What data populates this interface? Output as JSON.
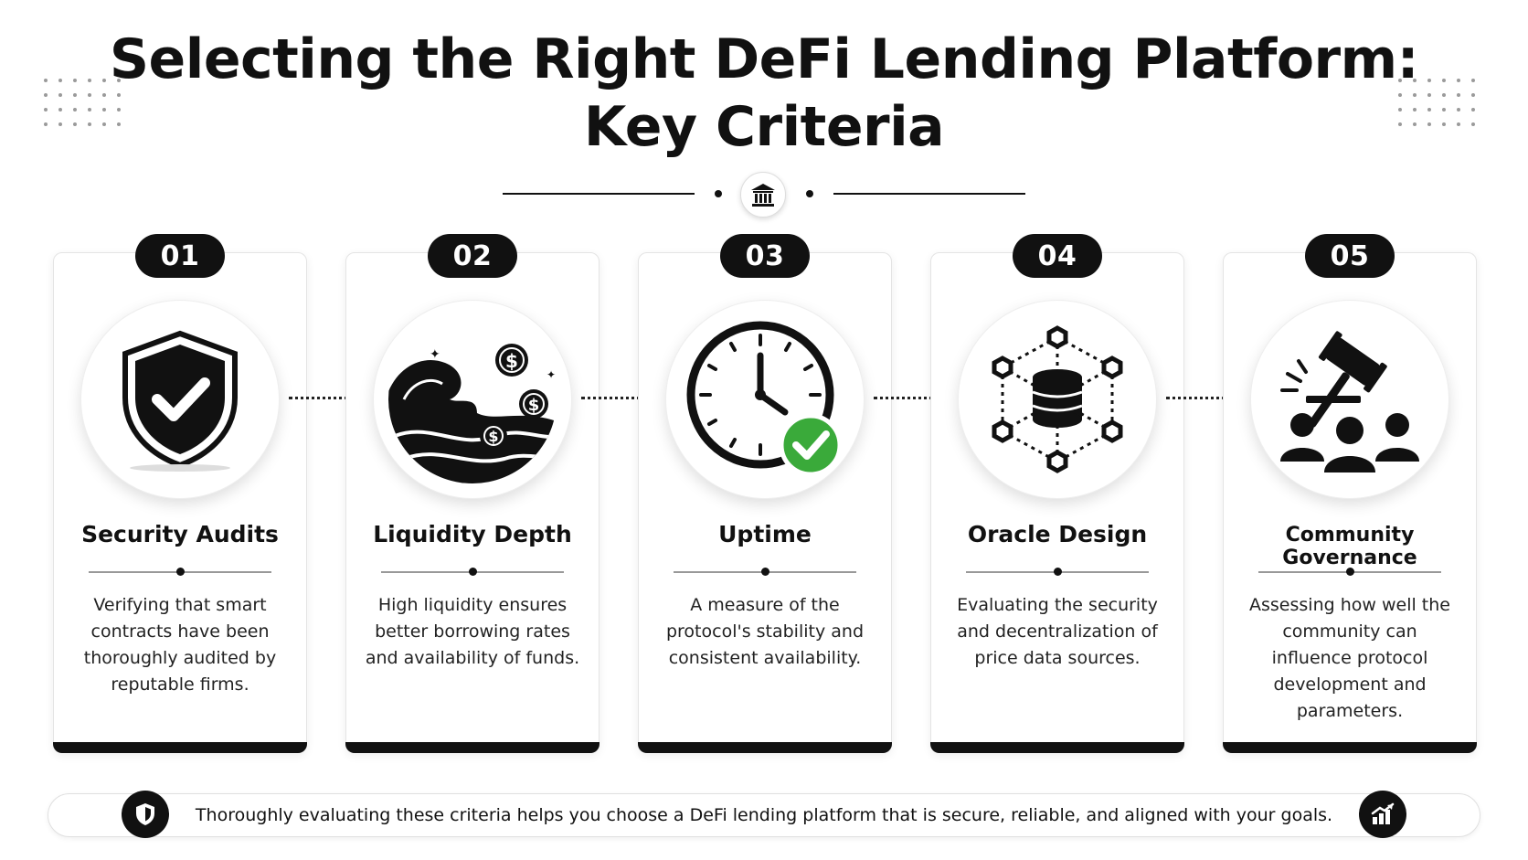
{
  "header": {
    "title_line1": "Selecting the Right DeFi Lending Platform:",
    "title_line2": "Key Criteria"
  },
  "icons": {
    "divider": "bank-icon",
    "footer_left": "shield-icon",
    "footer_right": "bar-chart-icon"
  },
  "criteria": [
    {
      "number": "01",
      "title": "Security Audits",
      "icon": "shield-check-icon",
      "description": "Verifying that smart contracts have been thoroughly audited by reputable firms."
    },
    {
      "number": "02",
      "title": "Liquidity Depth",
      "icon": "wave-coins-icon",
      "description": "High liquidity ensures better borrowing rates and availability of funds."
    },
    {
      "number": "03",
      "title": "Uptime",
      "icon": "clock-check-icon",
      "description": "A measure of the protocol's stability and consistent availability."
    },
    {
      "number": "04",
      "title": "Oracle Design",
      "icon": "database-network-icon",
      "description": "Evaluating the security and decentralization of price data sources."
    },
    {
      "number": "05",
      "title": "Community Governance",
      "icon": "gavel-community-icon",
      "description": "Assessing how well the community can influence protocol development and parameters."
    }
  ],
  "footer": {
    "text": "Thoroughly evaluating these criteria helps you choose a DeFi lending platform that is secure, reliable, and aligned with your goals."
  },
  "colors": {
    "primary": "#111111",
    "accent_green": "#3aaa3a",
    "card_border": "#e4e4e4"
  }
}
